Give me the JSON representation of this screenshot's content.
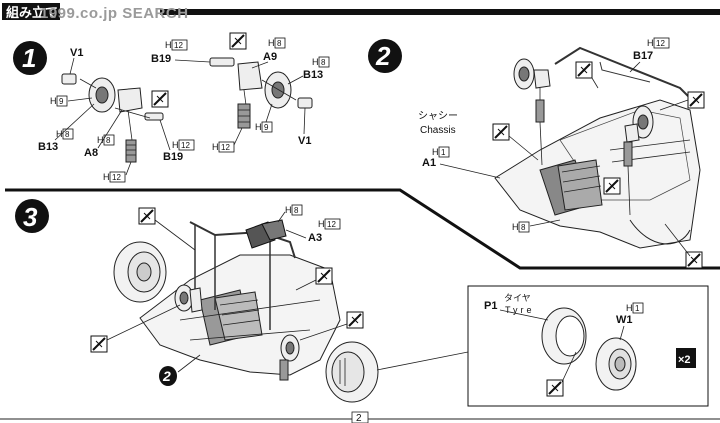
{
  "header": {
    "title": "組み立て",
    "watermark": "1999.co.jp SEARCH"
  },
  "page_number": "2",
  "steps": {
    "s1": "1",
    "s2": "2",
    "s3": "3"
  },
  "step1": {
    "v1_left": "V1",
    "v1_right": "V1",
    "b13_left": "B13",
    "b13_right": "B13",
    "a8": "A8",
    "a9": "A9",
    "b19_left": "B19",
    "b19_right": "B19",
    "h9": "H",
    "h9n": "9",
    "h8": "H",
    "h8n": "8",
    "h12": "H",
    "h12n": "12"
  },
  "step2": {
    "b17": "B17",
    "chassis_jp": "シャシー",
    "chassis_en": "Chassis",
    "a1": "A1",
    "h1n": "1",
    "h12n": "12",
    "h8n": "8",
    "h": "H"
  },
  "step3": {
    "a3": "A3",
    "h8n": "8",
    "h12n": "12",
    "h": "H",
    "sub": "2"
  },
  "inset": {
    "p1": "P1",
    "tyre_jp": "タイヤ",
    "tyre_en": "Tyre",
    "w1": "W1",
    "h": "H",
    "h1n": "1",
    "qty": "×2"
  }
}
